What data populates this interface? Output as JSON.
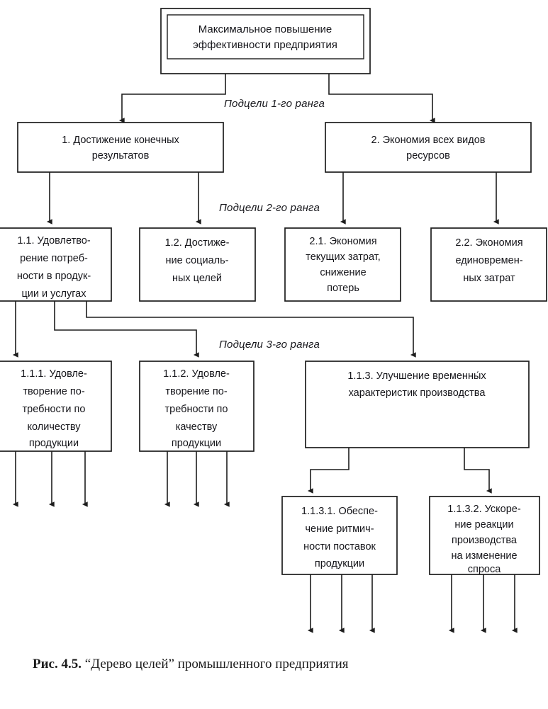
{
  "figure": {
    "caption_prefix": "Рис. 4.5.",
    "caption_text": "“Дерево целей” промышленного предприятия"
  },
  "rank_labels": [
    {
      "id": "rank1",
      "text": "Подцели 1-го ранга"
    },
    {
      "id": "rank2",
      "text": "Подцели 2-го ранга"
    },
    {
      "id": "rank3",
      "text": "Подцели 3-го ранга"
    }
  ],
  "nodes": {
    "root": {
      "id": "root",
      "lines": [
        "Максимальное повышение",
        "эффективности предприятия"
      ]
    },
    "n1": {
      "id": "1",
      "lines": [
        "1. Достижение конечных",
        "результатов"
      ]
    },
    "n2": {
      "id": "2",
      "lines": [
        "2. Экономия всех видов",
        "ресурсов"
      ]
    },
    "n11": {
      "id": "1.1",
      "lines": [
        "1.1. Удовлетво-",
        "рение потреб-",
        "ности в продук-",
        "ции и услугах"
      ]
    },
    "n12": {
      "id": "1.2",
      "lines": [
        "1.2. Достиже-",
        "ние социаль-",
        "ных целей"
      ]
    },
    "n21": {
      "id": "2.1",
      "lines": [
        "2.1. Экономия",
        "текущих затрат,",
        "снижение",
        "потерь"
      ]
    },
    "n22": {
      "id": "2.2",
      "lines": [
        "2.2. Экономия",
        "единовремен-",
        "ных затрат"
      ]
    },
    "n111": {
      "id": "1.1.1",
      "lines": [
        "1.1.1. Удовле-",
        "творение по-",
        "требности по",
        "количеству",
        "продукции"
      ]
    },
    "n112": {
      "id": "1.1.2",
      "lines": [
        "1.1.2. Удовле-",
        "творение по-",
        "требности по",
        "качеству",
        "продукции"
      ]
    },
    "n113": {
      "id": "1.1.3",
      "lines": [
        "1.1.3. Улучшение временны́х",
        "характеристик производства"
      ]
    },
    "n1131": {
      "id": "1.1.3.1",
      "lines": [
        "1.1.3.1. Обеспе-",
        "чение ритмич-",
        "ности поставок",
        "продукции"
      ]
    },
    "n1132": {
      "id": "1.1.3.2",
      "lines": [
        "1.1.3.2. Ускоре-",
        "ние реакции",
        "производства",
        "на изменение",
        "спроса"
      ]
    }
  },
  "colors": {
    "stroke": "#1d1d1d",
    "background": "#ffffff",
    "text": "#15151a"
  },
  "diagram_meta": {
    "open_arrow_groups": 4,
    "open_arrows_per_group": 3,
    "levels": 5
  }
}
